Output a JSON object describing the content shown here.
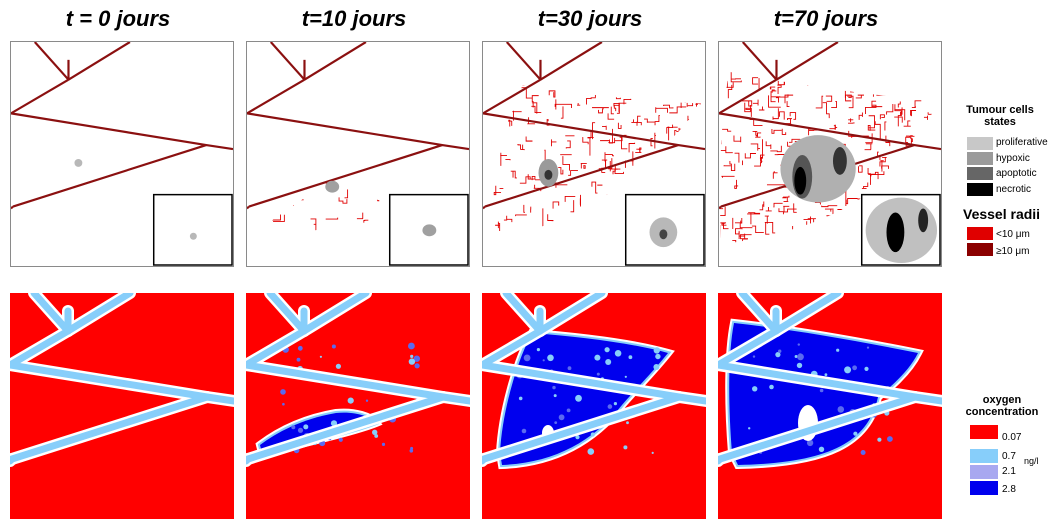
{
  "titles": [
    "t = 0 jours",
    "t=10 jours",
    "t=30 jours",
    "t=70 jours"
  ],
  "legend_cells": {
    "title": "Tumour cells states",
    "items": [
      {
        "label": "proliferative",
        "color": "#c8c8c8"
      },
      {
        "label": "hypoxic",
        "color": "#9a9a9a"
      },
      {
        "label": "apoptotic",
        "color": "#666666"
      },
      {
        "label": "necrotic",
        "color": "#000000"
      }
    ]
  },
  "legend_vessels": {
    "title": "Vessel radii",
    "items": [
      {
        "label": "<10 μm",
        "color": "#e00000"
      },
      {
        "label": "≥10 μm",
        "color": "#8b0000"
      }
    ]
  },
  "legend_oxygen": {
    "title": "oxygen concentration",
    "unit": "ng/l",
    "items": [
      {
        "label": "0.07",
        "color": "#ff0000"
      },
      {
        "label": "0.7",
        "color": "#87cefa"
      },
      {
        "label": "2.1",
        "color": "#a8a8f0"
      },
      {
        "label": "2.8",
        "color": "#0000ee"
      }
    ]
  }
}
